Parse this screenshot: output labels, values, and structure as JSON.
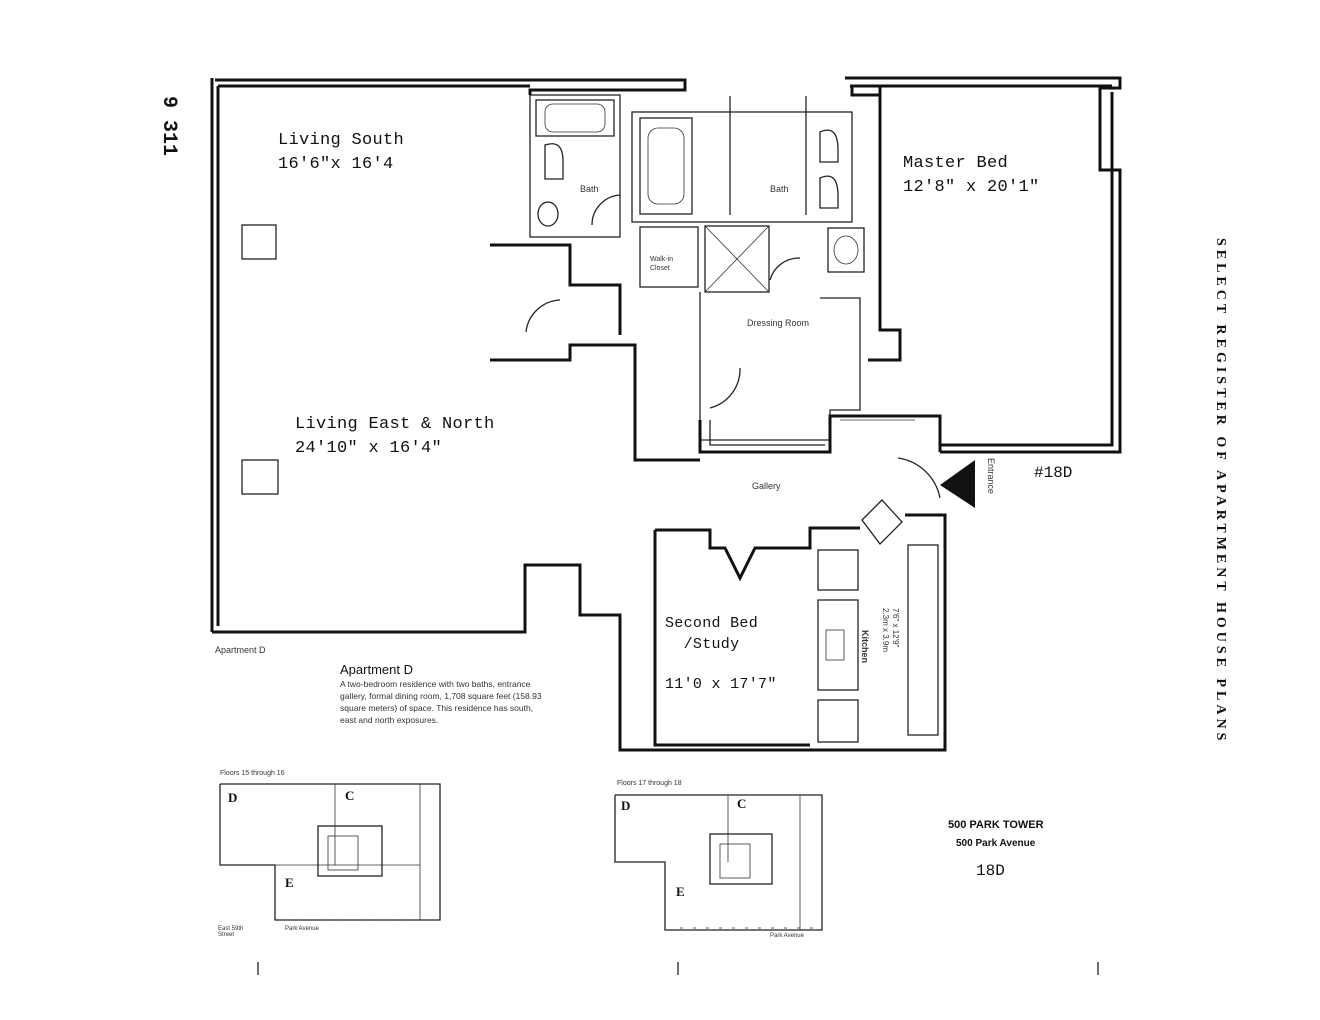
{
  "page_number": "9 311",
  "side_title": "SELECT REGISTER OF APARTMENT HOUSE PLANS",
  "rooms": {
    "living_south_name": "Living South",
    "living_south_dim": "16'6\"x 16'4",
    "master_bed_name": "Master Bed",
    "master_bed_dim": "12'8\" x 20'1\"",
    "living_east_name": "Living East & North",
    "living_east_dim": "24'10\" x 16'4\"",
    "second_bed_name": "Second Bed\n  /Study",
    "second_bed_dim": "11'0 x 17'7\"",
    "bath1": "Bath",
    "bath2": "Bath",
    "walkin": "Walk-in\nCloset",
    "dressing": "Dressing Room",
    "gallery": "Gallery",
    "kitchen": "Kitchen",
    "kitchen_dim": "7'6\" x 12'9\"\n2.3m x 3.9m"
  },
  "unit_label": "#18D",
  "entrance_label": "Entrance",
  "apartment_caption": "Apartment D",
  "apt_desc_title": "Apartment D",
  "apt_desc_text": "A two-bedroom residence with two baths, entrance gallery, formal dining room, 1,708 square feet (158.93 square meters) of space. This residence has south, east and north exposures.",
  "key_plan_1_title": "Floors 15 through 16",
  "key_plan_2_title": "Floors 17 through 18",
  "key_labels": {
    "d": "D",
    "c": "C",
    "e": "E"
  },
  "key_plan_1_street": "Park Avenue",
  "key_plan_2_street": "Park Avenue",
  "key_plan_1_side": "East 59th Street",
  "key_plan_1_side2": "Park Avenue",
  "building_name": "500 PARK TOWER",
  "building_address": "500 Park Avenue",
  "unit_number": "18D"
}
